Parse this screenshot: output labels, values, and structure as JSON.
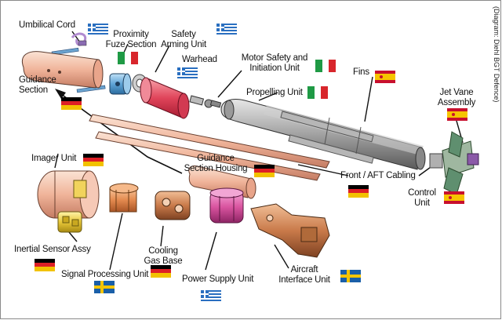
{
  "credit": "(Diagram: Diehl BGT Defence)",
  "labels": {
    "umbilical_cord": "Umbilical Cord",
    "proximity_fuze_1": "Proximity",
    "proximity_fuze_2": "Fuze Section",
    "safety_arming_1": "Safety",
    "safety_arming_2": "Arming Unit",
    "warhead": "Warhead",
    "motor_safety_1": "Motor Safety and",
    "motor_safety_2": "Initiation Unit",
    "fins": "Fins",
    "propelling_unit": "Propelling Unit",
    "jet_vane_1": "Jet Vane",
    "jet_vane_2": "Assembly",
    "guidance_section_1": "Guidance",
    "guidance_section_2": "Section",
    "imager_unit": "Imager Unit",
    "guidance_housing_1": "Guidance",
    "guidance_housing_2": "Section Housing",
    "front_aft_cabling": "Front / AFT Cabling",
    "control_unit_1": "Control",
    "control_unit_2": "Unit",
    "inertial_sensor": "Inertial Sensor Assy",
    "cooling_1": "Cooling",
    "cooling_2": "Gas Base",
    "signal_processing": "Signal Processing Unit",
    "power_supply": "Power Supply Unit",
    "aircraft_interface_1": "Aircraft",
    "aircraft_interface_2": "Interface Unit"
  },
  "flag_colors": {
    "greece": "#2a6fc0",
    "italy_green": "#1f9a45",
    "italy_red": "#d8262c",
    "spain_red": "#c8102e",
    "spain_yellow": "#f6c400",
    "germany_black": "#000000",
    "germany_red": "#dd1f26",
    "germany_gold": "#f2c200",
    "sweden_blue": "#1a5fa8",
    "sweden_yellow": "#f4c400"
  }
}
